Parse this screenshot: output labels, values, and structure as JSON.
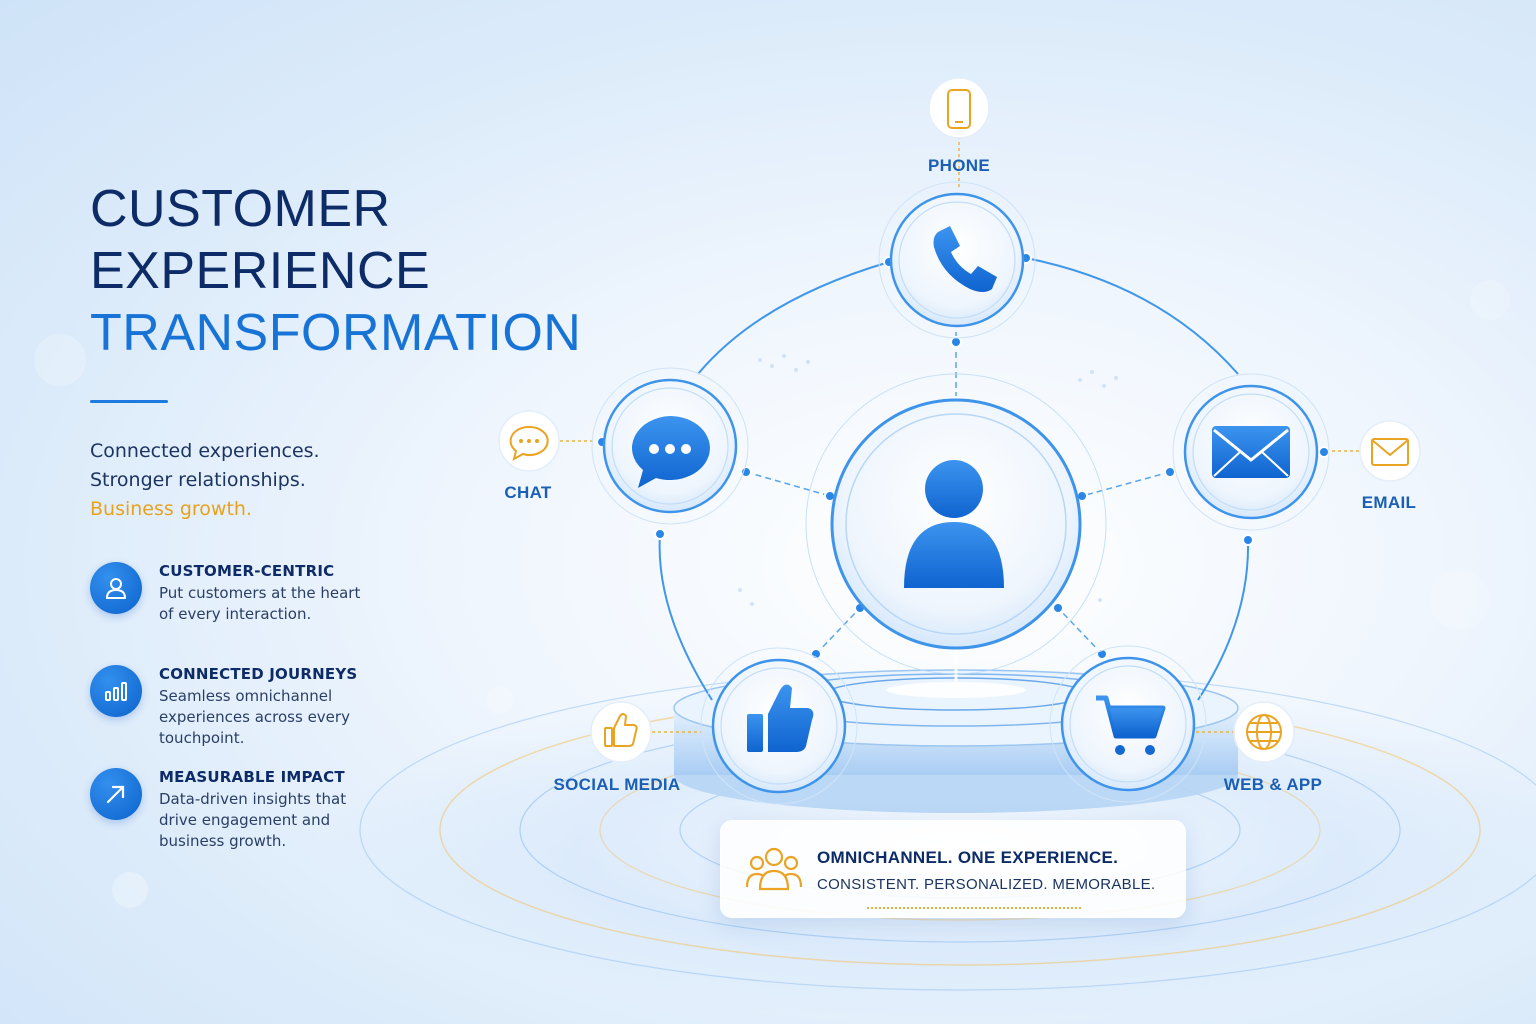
{
  "heading": {
    "line1": "CUSTOMER",
    "line2": "EXPERIENCE",
    "line3": "TRANSFORMATION"
  },
  "taglines": [
    "Connected experiences.",
    "Stronger relationships.",
    "Business growth."
  ],
  "features": [
    {
      "icon": "user-icon",
      "title": "CUSTOMER-CENTRIC",
      "desc_lines": [
        "Put customers at the heart",
        "of every interaction."
      ]
    },
    {
      "icon": "bar-chart-icon",
      "title": "CONNECTED JOURNEYS",
      "desc_lines": [
        "Seamless omnichannel",
        "experiences across every",
        "touchpoint."
      ]
    },
    {
      "icon": "trend-arrow-icon",
      "title": "MEASURABLE IMPACT",
      "desc_lines": [
        "Data-driven insights that",
        "drive engagement and",
        "business growth."
      ]
    }
  ],
  "diagram": {
    "center_icon": "customer-avatar-icon",
    "channels": [
      {
        "label": "PHONE",
        "icon": "phone-icon",
        "badge_icon": "smartphone-icon"
      },
      {
        "label": "CHAT",
        "icon": "chat-bubble-icon",
        "badge_icon": "chat-outline-icon"
      },
      {
        "label": "EMAIL",
        "icon": "envelope-icon",
        "badge_icon": "envelope-outline-icon"
      },
      {
        "label": "SOCIAL MEDIA",
        "icon": "thumbs-up-icon",
        "badge_icon": "thumbs-up-outline-icon"
      },
      {
        "label": "WEB & APP",
        "icon": "shopping-cart-icon",
        "badge_icon": "globe-icon"
      }
    ]
  },
  "banner": {
    "icon": "group-icon",
    "title": "OMNICHANNEL. ONE EXPERIENCE.",
    "subtitle": "CONSISTENT. PERSONALIZED. MEMORABLE."
  },
  "colors": {
    "navy": "#0d2b66",
    "accent_blue": "#1873d6",
    "gold": "#e8a21d"
  }
}
